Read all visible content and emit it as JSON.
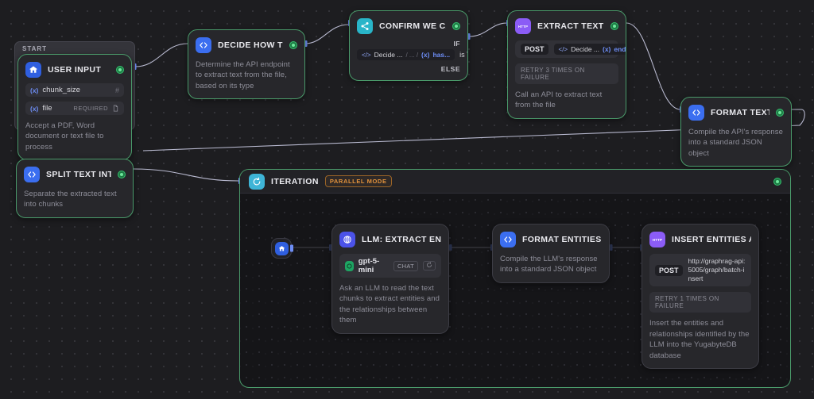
{
  "canvas": {
    "background": "#1d1d20",
    "edge_color": "#b9bad0",
    "accent_ok": "#4a9a6a",
    "accent_blue": "#3b6ef0",
    "accent_orange": "#e2923c"
  },
  "start_tab": {
    "label": "START"
  },
  "nodes": [
    {
      "id": "user-input",
      "title": "USER INPUT",
      "icon": "user-input-icon",
      "icon_color": "#2f5fe0",
      "status": "success",
      "description": "Accept a PDF, Word document or text file to process",
      "variables": [
        {
          "prefix": "(x)",
          "name": "chunk_size",
          "required": "",
          "type": "#"
        },
        {
          "prefix": "(x)",
          "name": "file",
          "required": "REQUIRED",
          "type": "file"
        }
      ]
    },
    {
      "id": "decide-how-to-extract",
      "title": "DECIDE HOW TO EXTRACT",
      "icon": "code-icon",
      "icon_color": "#3b6ef0",
      "status": "success",
      "description": "Determine the API endpoint to extract text from the file, based on its type"
    },
    {
      "id": "confirm-we-can-extract",
      "title": "CONFIRM WE CAN EXTRA",
      "icon": "branch-icon",
      "icon_color": "#29b5c9",
      "status": "success",
      "if_label": "IF",
      "else_label": "ELSE",
      "condition": {
        "chip_code": "</>",
        "chip_source": "Decide ...",
        "chip_sep": "/ ... /",
        "chip_var_prefix": "(x)",
        "chip_var": "has...",
        "operator": "is True"
      }
    },
    {
      "id": "extract-text-from-doc",
      "title": "EXTRACT TEXT FROM DOC",
      "icon": "http-icon",
      "icon_color": "#8b5cf6",
      "status": "success",
      "method": "POST",
      "endpoint_chip": {
        "chip_code": "</>",
        "chip_source": "Decide ...",
        "chip_var_prefix": "(x)",
        "chip_var": "endpoint"
      },
      "retry": "RETRY 3 TIMES ON FAILURE",
      "description": "Call an API to extract text from the file"
    },
    {
      "id": "format-text-into-a-record",
      "title": "FORMAT TEXT INTO A REC",
      "icon": "code-icon",
      "icon_color": "#3b6ef0",
      "status": "success",
      "description": "Compile the API's response into a standard JSON object"
    },
    {
      "id": "split-text-into-chunks",
      "title": "SPLIT TEXT INTO CHUNKS",
      "icon": "code-icon",
      "icon_color": "#3b6ef0",
      "status": "success",
      "description": "Separate the extracted text into chunks"
    },
    {
      "id": "llm-extract-entities",
      "title": "LLM: EXTRACT ENTITIES AN",
      "icon": "llm-icon",
      "icon_color": "#4b52e8",
      "status": "none",
      "model": {
        "name": "gpt-5-mini",
        "badge": "CHAT",
        "sync": "refresh-icon"
      },
      "description": "Ask an LLM to read the text chunks to extract entities and the relationships between them"
    },
    {
      "id": "format-entities-and-relationships",
      "title": "FORMAT ENTITIES AND RELA",
      "icon": "code-icon",
      "icon_color": "#3b6ef0",
      "status": "none",
      "description": "Compile the LLM's response into a standard JSON object"
    },
    {
      "id": "insert-entities-and-relationships",
      "title": "INSERT ENTITIES AND RELA",
      "icon": "http-icon",
      "icon_color": "#8b5cf6",
      "status": "none",
      "method": "POST",
      "url": "http://graphrag-api:5005/graph/batch-insert",
      "retry": "RETRY 1 TIMES ON FAILURE",
      "description": "Insert the entities and relationships identified by the LLM into the YugabyteDB database"
    }
  ],
  "iteration": {
    "title": "ITERATION",
    "mode_badge": "PARALLEL MODE",
    "icon": "iteration-icon",
    "status": "success"
  }
}
